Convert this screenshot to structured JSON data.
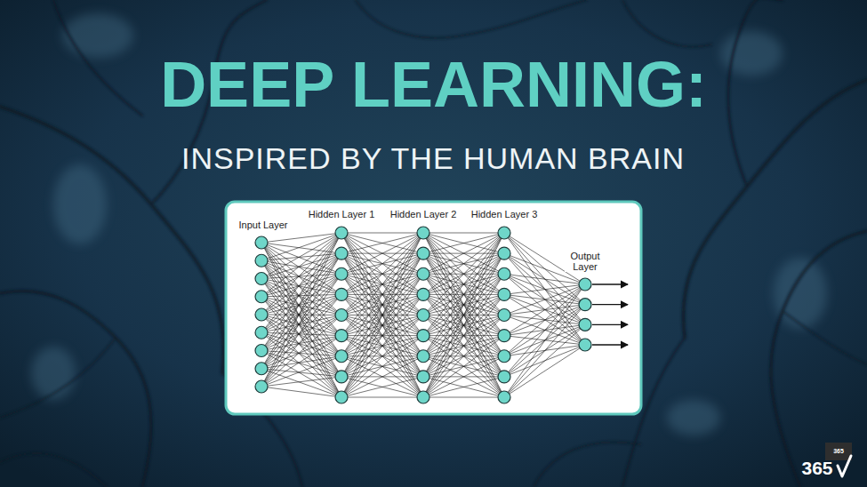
{
  "diagram": {
    "title": "DEEP LEARNING:",
    "labels": [
      "INSPIRED BY THE HUMAN BRAIN",
      "Input Layer",
      "Hidden Layer 1",
      "Hidden Layer 2",
      "Hidden Layer 3",
      "Output Layer",
      "365",
      "365"
    ]
  }
}
